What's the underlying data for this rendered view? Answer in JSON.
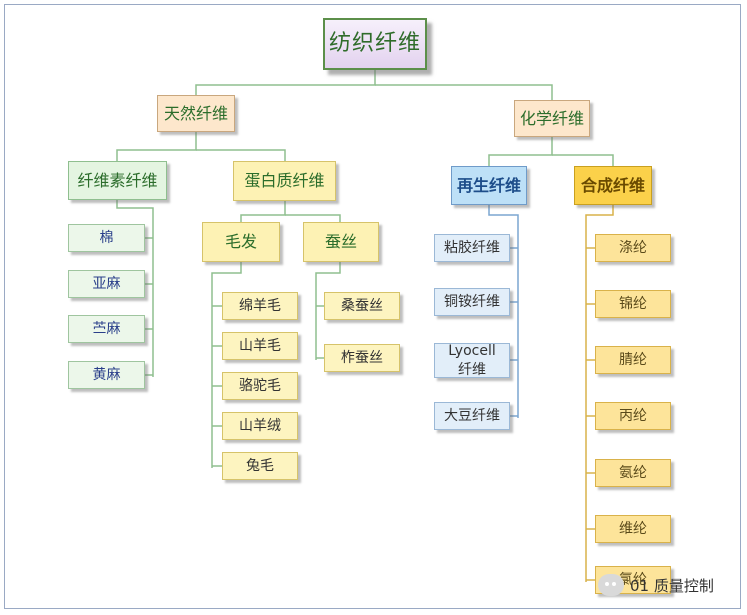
{
  "root": "纺织纤维",
  "natural": {
    "label": "天然纤维",
    "cellulose": {
      "label": "纤维素纤维",
      "items": [
        "棉",
        "亚麻",
        "苎麻",
        "黄麻"
      ]
    },
    "protein": {
      "label": "蛋白质纤维",
      "wool": {
        "label": "毛发",
        "items": [
          "绵羊毛",
          "山羊毛",
          "骆驼毛",
          "山羊绒",
          "兔毛"
        ]
      },
      "silk": {
        "label": "蚕丝",
        "items": [
          "桑蚕丝",
          "柞蚕丝"
        ]
      }
    }
  },
  "chemical": {
    "label": "化学纤维",
    "regenerated": {
      "label": "再生纤维",
      "items": [
        "粘胶纤维",
        "铜铵纤维",
        "Lyocell\n纤维",
        "大豆纤维"
      ]
    },
    "synthetic": {
      "label": "合成纤维",
      "items": [
        "涤纶",
        "锦纶",
        "腈纶",
        "丙纶",
        "氨纶",
        "维纶",
        "氯纶"
      ]
    }
  },
  "watermark": "01 质量控制"
}
